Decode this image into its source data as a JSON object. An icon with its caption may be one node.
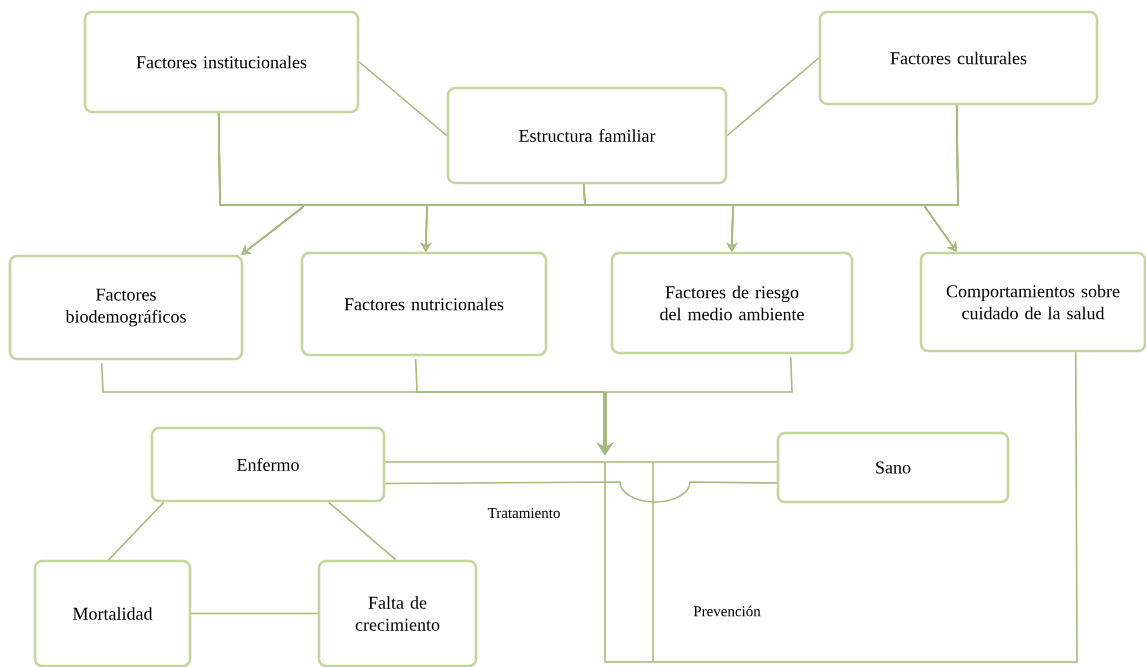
{
  "diagram": {
    "nodes": [
      {
        "text": [
          "Factores institucionales"
        ]
      },
      {
        "text": [
          "Estructura familiar"
        ]
      },
      {
        "text": [
          "Factores culturales"
        ]
      },
      {
        "text": [
          "Factores biodemográficos"
        ]
      },
      {
        "text": [
          "Factores nutricionales"
        ]
      },
      {
        "text": [
          "Factores de riesgo del medio ambiente"
        ]
      },
      {
        "text": [
          "Comportamientos sobre cuidado de la salud"
        ]
      },
      {
        "text": [
          "Enfermo"
        ]
      },
      {
        "text": [
          "Sano"
        ]
      },
      {
        "text": [
          "Mortalidad"
        ]
      },
      {
        "text": [
          "Falta de crecimiento"
        ]
      }
    ],
    "edges": [
      {
        "from": 0,
        "to": 1,
        "arrow": "none"
      },
      {
        "from": 2,
        "to": 1,
        "arrow": "none"
      },
      {
        "from": 0,
        "to": 3,
        "arrow": "to"
      },
      {
        "from": 0,
        "to": 4,
        "arrow": "to"
      },
      {
        "from": 0,
        "to": 5,
        "arrow": "to"
      },
      {
        "from": 0,
        "to": 6,
        "arrow": "to"
      },
      {
        "from": 1,
        "to": 3,
        "arrow": "to"
      },
      {
        "from": 1,
        "to": 4,
        "arrow": "to"
      },
      {
        "from": 1,
        "to": 5,
        "arrow": "to"
      },
      {
        "from": 1,
        "to": 6,
        "arrow": "to"
      },
      {
        "from": 2,
        "to": 3,
        "arrow": "to"
      },
      {
        "from": 2,
        "to": 4,
        "arrow": "to"
      },
      {
        "from": 2,
        "to": 5,
        "arrow": "to"
      },
      {
        "from": 2,
        "to": 6,
        "arrow": "to"
      },
      {
        "from": 3,
        "to": null,
        "arrow": "to"
      },
      {
        "from": 4,
        "to": null,
        "arrow": "to"
      },
      {
        "from": 5,
        "to": null,
        "arrow": "to"
      },
      {
        "from": 7,
        "to": 8,
        "arrow": "none"
      },
      {
        "from": 7,
        "to": 8,
        "arrow": "none",
        "label": "Tratamiento"
      },
      {
        "from": 6,
        "to": null,
        "arrow": "none",
        "label": "Prevención"
      },
      {
        "from": 7,
        "to": 9,
        "arrow": "none"
      },
      {
        "from": 7,
        "to": 10,
        "arrow": "none"
      },
      {
        "from": 9,
        "to": 10,
        "arrow": "none"
      }
    ]
  }
}
